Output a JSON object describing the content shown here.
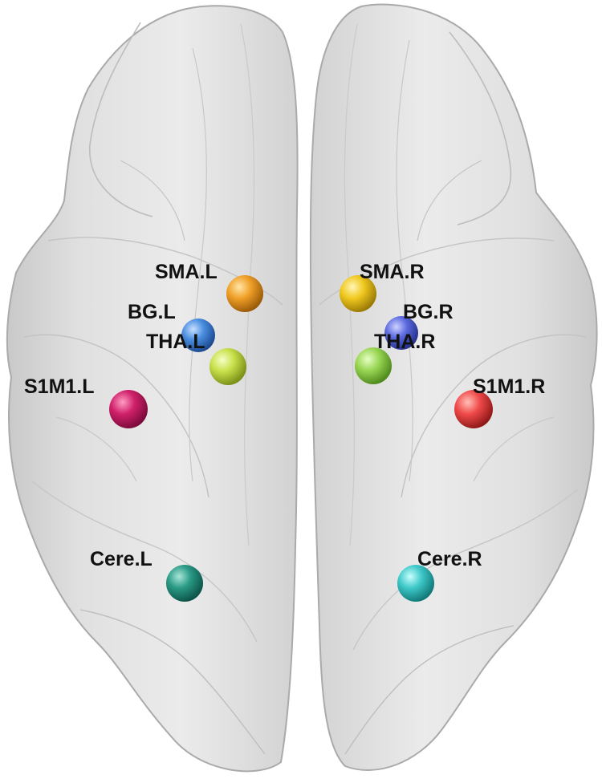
{
  "regions": [
    {
      "id": "sma-l",
      "label": "SMA.L",
      "color": "#f0a028"
    },
    {
      "id": "bg-l",
      "label": "BG.L",
      "color": "#4a8ee0"
    },
    {
      "id": "tha-l",
      "label": "THA.L",
      "color": "#c8e04a"
    },
    {
      "id": "s1m1-l",
      "label": "S1M1.L",
      "color": "#d0206a"
    },
    {
      "id": "cere-l",
      "label": "Cere.L",
      "color": "#2a9a86"
    },
    {
      "id": "sma-r",
      "label": "SMA.R",
      "color": "#f0c81e"
    },
    {
      "id": "bg-r",
      "label": "BG.R",
      "color": "#5c6ae0"
    },
    {
      "id": "tha-r",
      "label": "THA.R",
      "color": "#9ad654"
    },
    {
      "id": "s1m1-r",
      "label": "S1M1.R",
      "color": "#f04a4a"
    },
    {
      "id": "cere-r",
      "label": "Cere.R",
      "color": "#3ec8c8"
    }
  ]
}
